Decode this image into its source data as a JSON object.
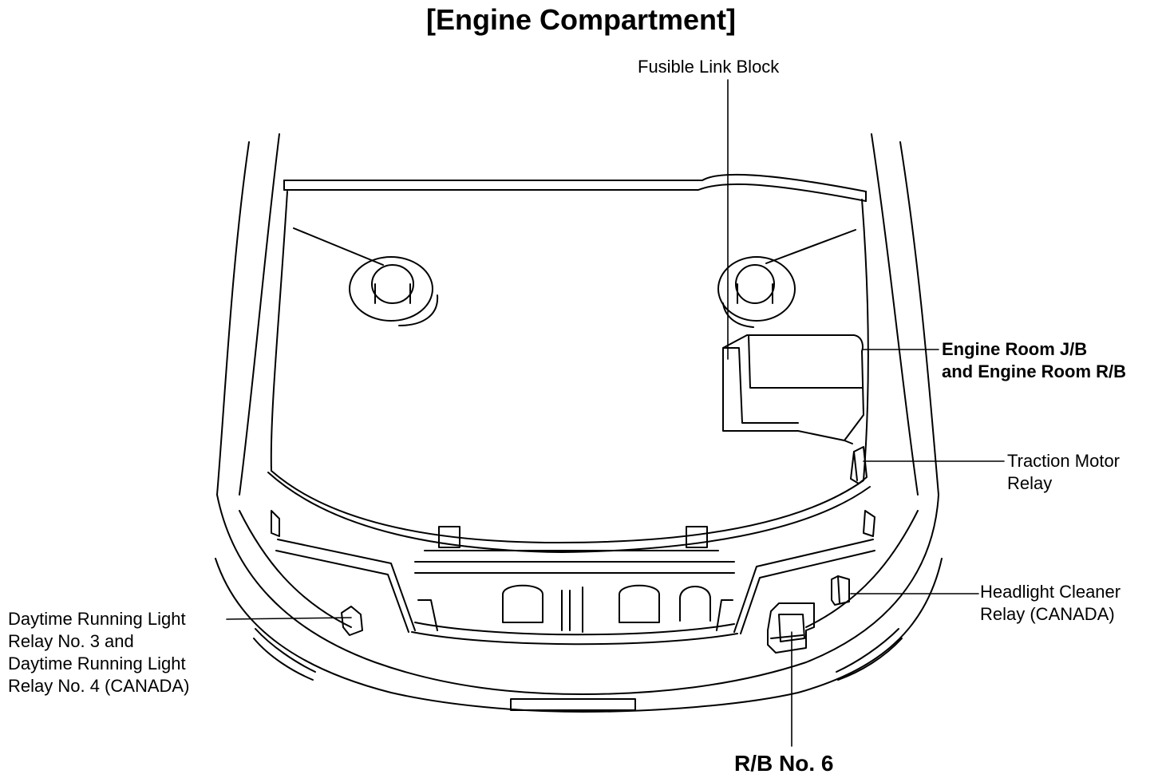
{
  "title": "[Engine Compartment]",
  "labels": {
    "fusible_link_block": "Fusible Link Block",
    "engine_room_jb": "Engine Room J/B\nand Engine Room R/B",
    "traction_motor_relay": "Traction Motor\nRelay",
    "headlight_cleaner_relay": "Headlight Cleaner\nRelay (CANADA)",
    "daytime_running_light_relay": "Daytime Running Light\nRelay No. 3 and\nDaytime Running Light\nRelay No. 4 (CANADA)",
    "rb_no6": "R/B No. 6"
  }
}
